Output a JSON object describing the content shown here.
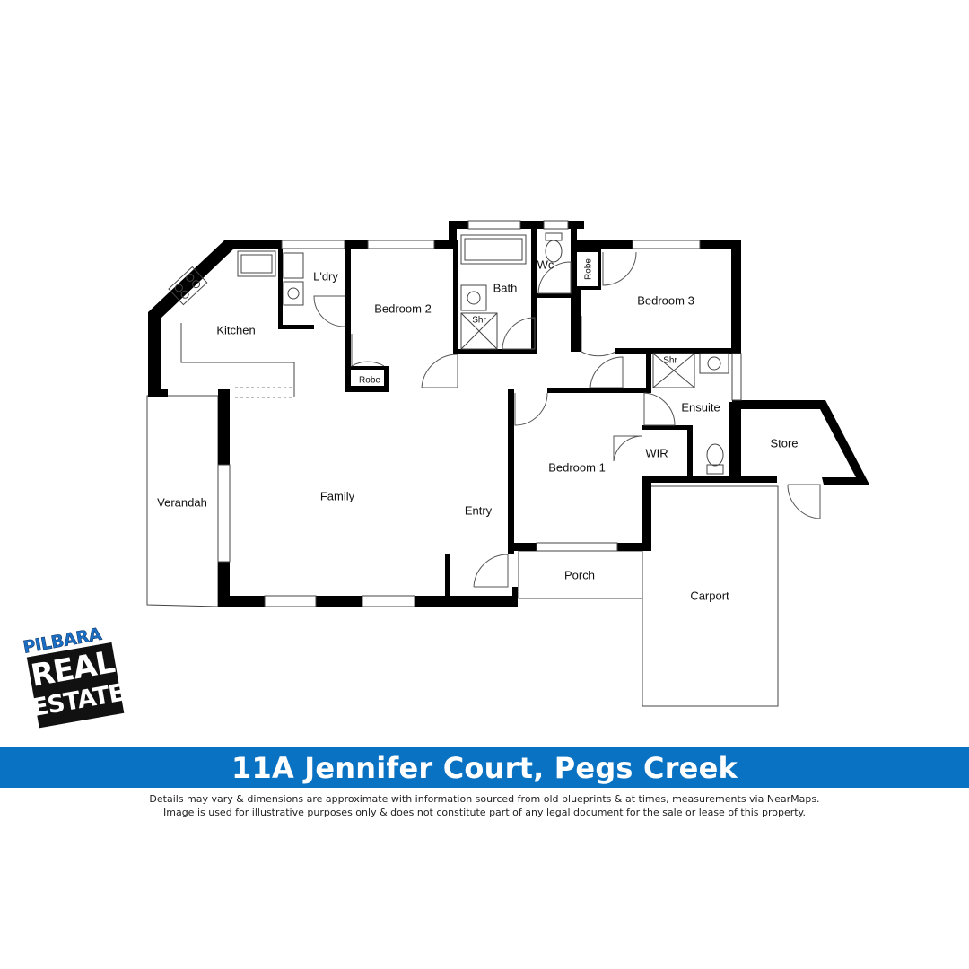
{
  "rooms": {
    "kitchen": "Kitchen",
    "laundry": "L'dry",
    "bedroom2": "Bedroom 2",
    "robe_bed2": "Robe",
    "bath": "Bath",
    "shower_bath": "Shr",
    "wc": "Wc",
    "robe_bed3": "Robe",
    "bedroom3": "Bedroom 3",
    "shower_ensuite": "Shr",
    "ensuite": "Ensuite",
    "store": "Store",
    "wir": "WIR",
    "bedroom1": "Bedroom 1",
    "family": "Family",
    "entry": "Entry",
    "verandah": "Verandah",
    "porch": "Porch",
    "carport": "Carport"
  },
  "banner": {
    "title": "11A Jennifer Court, Pegs Creek",
    "color": "#0a72c2"
  },
  "disclaimer": {
    "line1": "Details may vary & dimensions are approximate with information sourced from old blueprints & at times, measurements via NearMaps.",
    "line2": "Image is used for illustrative purposes only & does not constitute part of any legal document for the sale or lease of this property."
  },
  "logo": {
    "line1": "PILBARA",
    "line2": "REAL",
    "line3": "ESTATE",
    "brand_color": "#1a6fc4"
  }
}
